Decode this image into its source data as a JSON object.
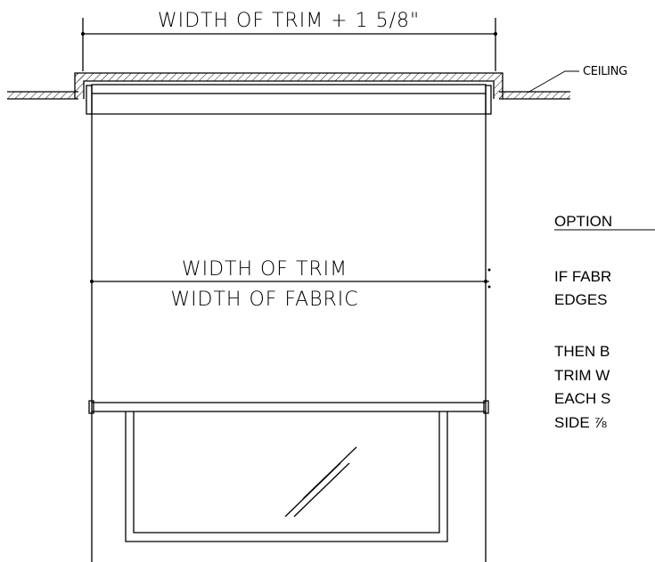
{
  "dimensions": {
    "overall_width": "WIDTH  OF  TRIM  +  1  5/8\"",
    "trim_width": "WIDTH  OF  TRIM",
    "fabric_width": "WIDTH  OF  FABRIC"
  },
  "labels": {
    "ceiling": "CEILING"
  },
  "note": {
    "heading": "OPTION",
    "line1": "IF FABR",
    "line2": "EDGES",
    "line3": "THEN B",
    "line4": "TRIM W",
    "line5": "EACH S",
    "line6": "SIDE ⅞"
  }
}
